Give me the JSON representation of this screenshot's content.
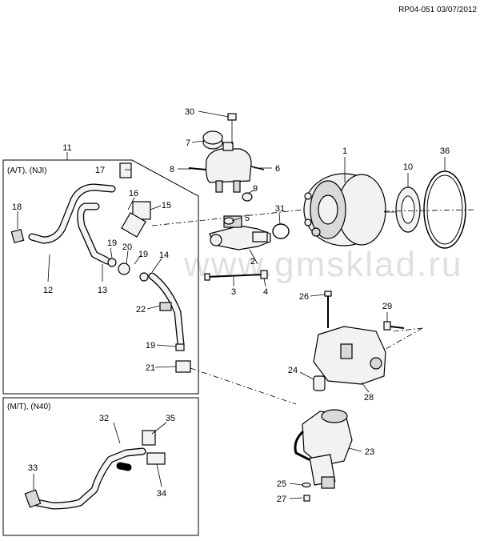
{
  "header": {
    "reference": "RP04-051 03/07/2012"
  },
  "watermark": "www.gmsklad.ru",
  "groups": {
    "at_group": {
      "label": "(A/T), (NJI)",
      "number": "11"
    },
    "mt_group": {
      "label": "(M/T), (N40)"
    }
  },
  "callouts": {
    "c1": "1",
    "c2": "2",
    "c3": "3",
    "c4": "4",
    "c5": "5",
    "c6": "6",
    "c7": "7",
    "c8": "8",
    "c9": "9",
    "c10": "10",
    "c12": "12",
    "c13": "13",
    "c14": "14",
    "c15": "15",
    "c16": "16",
    "c17": "17",
    "c18": "18",
    "c19a": "19",
    "c19b": "19",
    "c19c": "19",
    "c20": "20",
    "c21": "21",
    "c22": "22",
    "c23": "23",
    "c24": "24",
    "c25": "25",
    "c26": "26",
    "c27": "27",
    "c28": "28",
    "c29": "29",
    "c30": "30",
    "c31": "31",
    "c32": "32",
    "c33": "33",
    "c34": "34",
    "c35": "35",
    "c36": "36"
  },
  "colors": {
    "line": "#000000",
    "fill": "#f2f2f2",
    "watermark": "#c8c8c8"
  }
}
